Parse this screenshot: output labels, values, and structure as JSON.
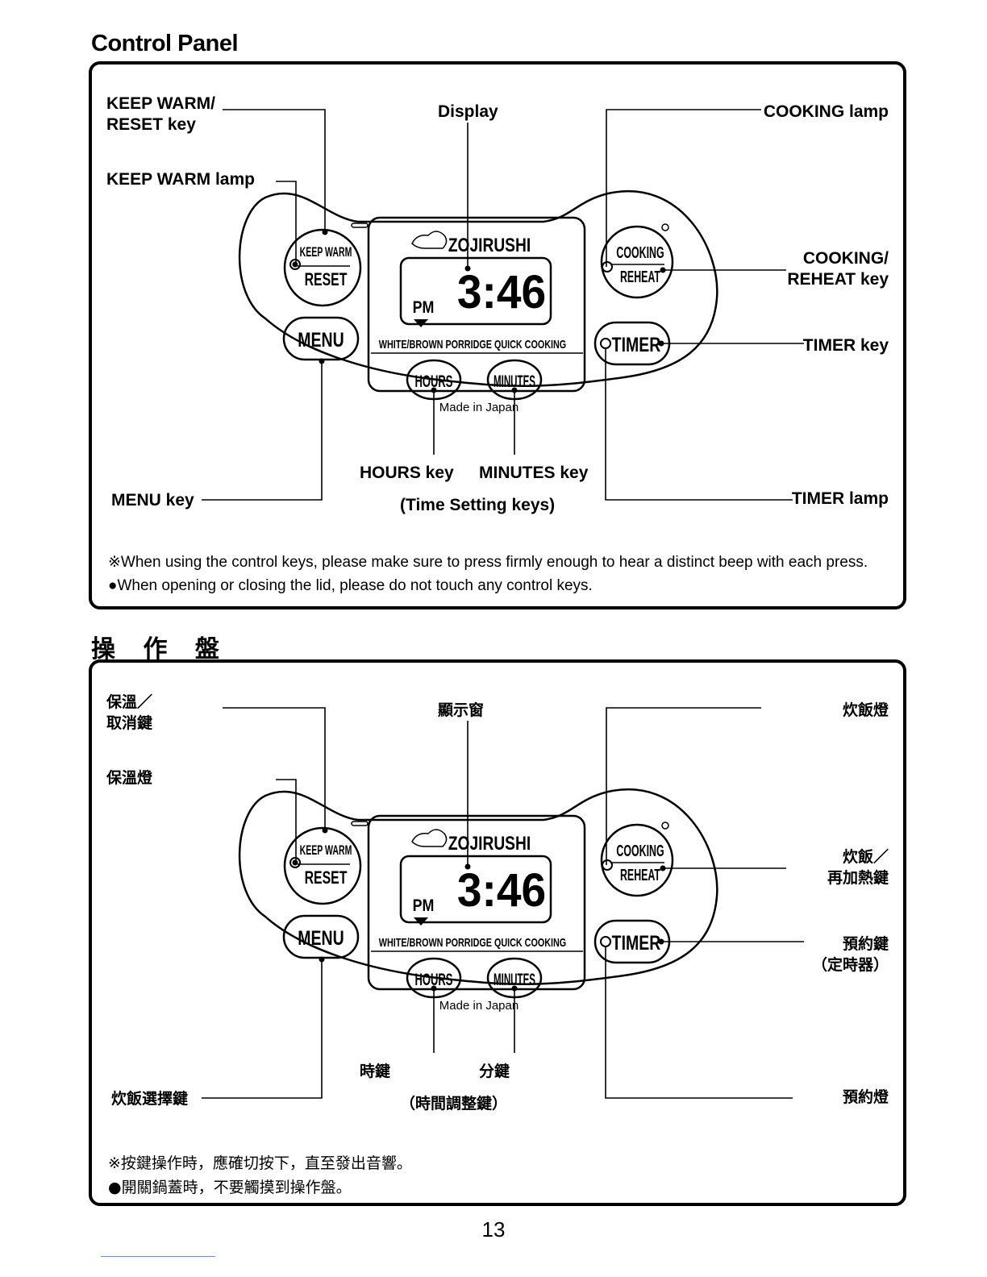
{
  "en": {
    "title": "Control Panel",
    "labels": {
      "keep_warm_reset_key": "KEEP WARM/\nRESET key",
      "keep_warm_lamp": "KEEP WARM lamp",
      "display": "Display",
      "cooking_lamp": "COOKING lamp",
      "cooking_reheat_key": "COOKING/\nREHEAT key",
      "timer_key": "TIMER key",
      "hours_key": "HOURS key",
      "minutes_key": "MINUTES key",
      "time_setting_keys": "(Time Setting keys)",
      "menu_key": "MENU key",
      "timer_lamp": "TIMER lamp"
    },
    "notes": [
      "※When using the control keys, please make sure to  press firmly enough to hear a distinct beep with each press.",
      "●When opening or closing the lid, please do not touch any control keys."
    ]
  },
  "zh": {
    "title": "操 作 盤",
    "labels": {
      "keep_warm_reset_key": "保溫／\n取消鍵",
      "keep_warm_lamp": "保溫燈",
      "display": "顯示窗",
      "cooking_lamp": "炊飯燈",
      "cooking_reheat_key": "炊飯／\n再加熱鍵",
      "timer_key": "預約鍵\n（定時器）",
      "hours_key": "時鍵",
      "minutes_key": "分鍵",
      "time_setting_keys": "（時間調整鍵）",
      "menu_key": "炊飯選擇鍵",
      "timer_lamp": "預約燈"
    },
    "notes": [
      "※按鍵操作時，應確切按下，直至發出音響。",
      "●開關鍋蓋時，不要觸摸到操作盤。"
    ]
  },
  "device": {
    "brand": "ZOJIRUSHI",
    "time": "3:46",
    "ampm": "PM",
    "menu_options": "WHITE/BROWN PORRIDGE  QUICK COOKING",
    "made_in": "Made in Japan",
    "keys": {
      "keep_warm": "KEEP WARM",
      "reset": "RESET",
      "menu": "MENU",
      "cooking": "COOKING",
      "reheat": "REHEAT",
      "timer": "TIMER",
      "hours": "HOURS",
      "minutes": "MINUTES"
    }
  },
  "page_number": "13"
}
